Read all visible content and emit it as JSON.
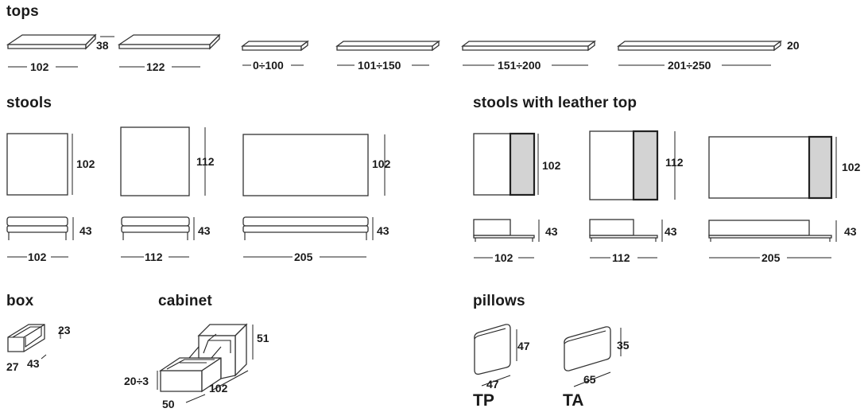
{
  "sections": {
    "tops": "tops",
    "stools": "stools",
    "stools_leather": "stools with leather top",
    "box": "box",
    "cabinet": "cabinet",
    "pillows": "pillows"
  },
  "tops": {
    "thickness_small": "38",
    "thickness_large": "20",
    "widths": [
      "102",
      "122",
      "0÷100",
      "101÷150",
      "151÷200",
      "201÷250"
    ]
  },
  "stools": {
    "depths": [
      "102",
      "112",
      "102"
    ],
    "heights": [
      "43",
      "43",
      "43"
    ],
    "widths": [
      "102",
      "112",
      "205"
    ]
  },
  "stools_leather": {
    "depths": [
      "102",
      "112",
      "102"
    ],
    "heights": [
      "43",
      "43",
      "43"
    ],
    "widths": [
      "102",
      "112",
      "205"
    ]
  },
  "box": {
    "height": "23",
    "width": "43",
    "depth": "27"
  },
  "cabinet": {
    "height": "51",
    "plinth": "20÷3",
    "depth": "50",
    "width": "102"
  },
  "pillows": {
    "tp": {
      "height": "47",
      "width": "47",
      "code": "TP"
    },
    "ta": {
      "height": "35",
      "width": "65",
      "code": "TA"
    }
  },
  "colors": {
    "leather_fill": "#d3d3d3",
    "line": "#222222"
  }
}
